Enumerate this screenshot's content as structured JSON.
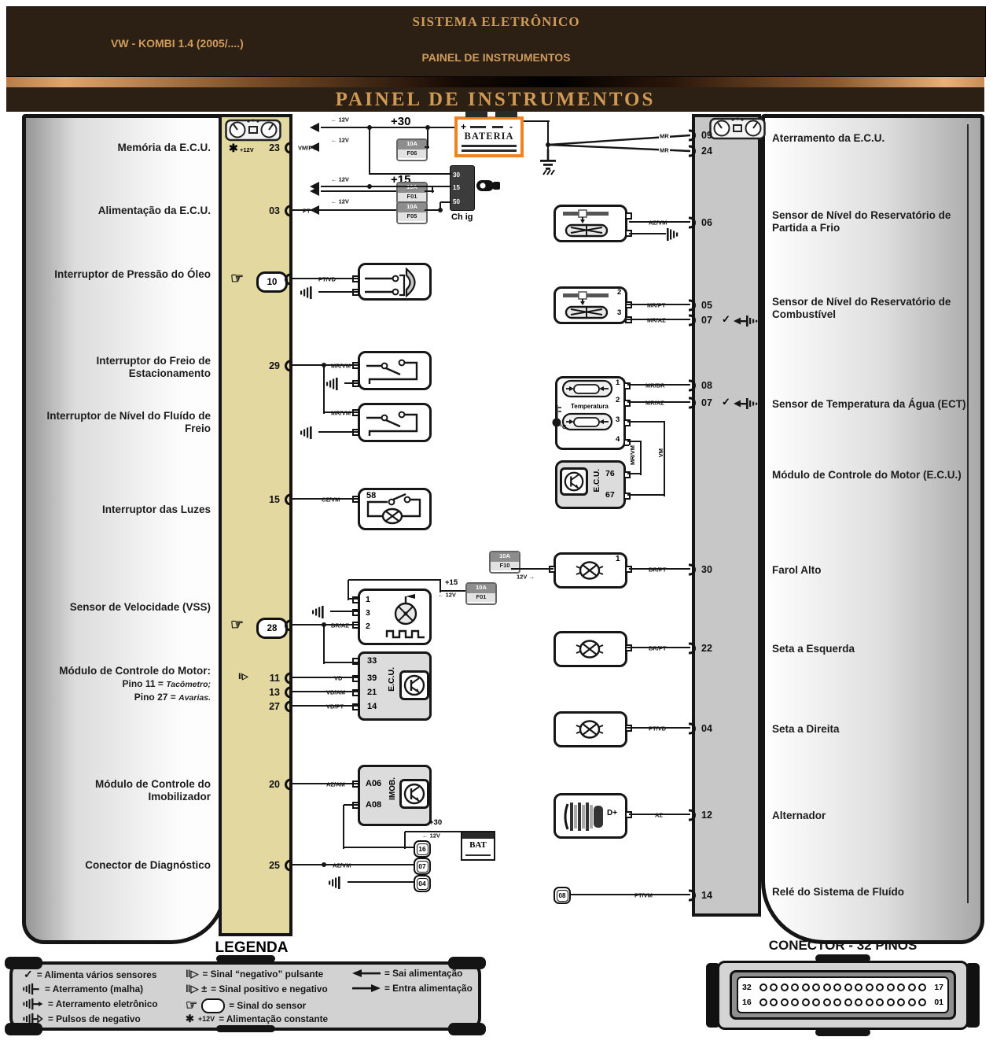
{
  "header": {
    "system_title": "SISTEMA ELETRÔNICO",
    "vehicle": "VW - KOMBI 1.4 (2005/....)",
    "subsystem": "PAINEL DE INSTRUMENTOS",
    "page_title": "PAINEL DE INSTRUMENTOS"
  },
  "symbols": {
    "star": "✱",
    "star_label": "+12V",
    "hand": "☞",
    "check": "✓",
    "pulse": "‖▷",
    "pulse_pm": "‖▷ ±",
    "plus30": "+30",
    "plus15": "+15",
    "v12_out": "← 12V",
    "v12_in": "12V →"
  },
  "battery": {
    "label": "BATERIA",
    "plus": "+",
    "minus": "-"
  },
  "bat_small": "BAT",
  "ignition": {
    "terminals": [
      "30",
      "15",
      "50"
    ],
    "label": "Ch ig"
  },
  "fuses": {
    "f06": {
      "amp": "10A",
      "id": "F06"
    },
    "f01": {
      "amp": "10A",
      "id": "F01"
    },
    "f05": {
      "amp": "10A",
      "id": "F05"
    },
    "f01b": {
      "amp": "10A",
      "id": "F01"
    },
    "f10": {
      "amp": "10A",
      "id": "F10"
    }
  },
  "left_labels": [
    "Memória da E.C.U.",
    "Alimentação da E.C.U.",
    "Interruptor de Pressão do Óleo",
    "Interruptor do Freio de Estacionamento",
    "Interruptor de Nível do Fluído de Freio",
    "Interruptor das Luzes",
    "Sensor de Velocidade (VSS)",
    {
      "line1": "Módulo de Controle do Motor:",
      "line2a": "Pino 11 = ",
      "line2b": "Tacômetro;",
      "line3a": "Pino 27 = ",
      "line3b": "Avarias."
    },
    "Módulo de Controle do Imobilizador",
    "Conector de Diagnóstico"
  ],
  "left_pins": [
    {
      "num": "23",
      "wire": "VM/PT"
    },
    {
      "num": "03",
      "wire": "PT"
    },
    {
      "num": "10",
      "wire": "PT/VD"
    },
    {
      "num": "29",
      "wire": "MR/VM"
    },
    {
      "num": "15",
      "wire": "CZ/VM"
    },
    {
      "num": "28",
      "wire": "BR/AZ"
    },
    {
      "num": "11",
      "wire": "VD"
    },
    {
      "num": "13",
      "wire": "VD/AM"
    },
    {
      "num": "27",
      "wire": "VD/PT"
    },
    {
      "num": "20",
      "wire": "AZ/AM"
    },
    {
      "num": "25",
      "wire": "AZ/VM"
    }
  ],
  "mid": {
    "light_pin": "58",
    "vss_pins": [
      "1",
      "3",
      "2"
    ],
    "ecu": {
      "label": "E.C.U.",
      "pins": [
        "33",
        "39",
        "21",
        "14"
      ]
    },
    "imob": {
      "label": "IMOB.",
      "pins": [
        "A06",
        "A08"
      ]
    },
    "diag_pins": [
      "16",
      "07",
      "04"
    ],
    "branch_wire": "MR/VM"
  },
  "right_mid": {
    "fuel_pins": [
      "2",
      "3"
    ],
    "temp": {
      "label": "Temperatura",
      "unit": "°C",
      "pins": [
        "1",
        "2",
        "3",
        "4"
      ],
      "wire_mrvm": "MR/VM",
      "wire_v": "VM"
    },
    "ecu2": {
      "label": "E.C.U.",
      "pins": [
        "76",
        "67"
      ]
    },
    "farol_pin": "1",
    "alt_terminal": "D+",
    "relay": "08"
  },
  "right_pins": [
    {
      "num": "09",
      "wire": "MR"
    },
    {
      "num": "24",
      "wire": "MR"
    },
    {
      "num": "06",
      "wire": "AZ/VM"
    },
    {
      "num": "05",
      "wire": "MR/PT"
    },
    {
      "num": "07",
      "wire": "MR/AZ"
    },
    {
      "num": "08",
      "wire": "MR/BR"
    },
    {
      "num": "07",
      "wire": "MR/AZ"
    },
    {
      "num": "30",
      "wire": "BR/PT"
    },
    {
      "num": "22",
      "wire": "BR/PT"
    },
    {
      "num": "04",
      "wire": "PT/VD"
    },
    {
      "num": "12",
      "wire": "AZ"
    },
    {
      "num": "14",
      "wire": "PT/VM"
    }
  ],
  "right_labels": [
    "Aterramento da E.C.U.",
    "Sensor de Nível do Reservatório de Partida a Frio",
    "Sensor de Nível do Reservatório de Combustível",
    "Sensor de Temperatura da Água (ECT)",
    "Módulo de Controle do Motor (E.C.U.)",
    "Farol Alto",
    "Seta a Esquerda",
    "Seta a Direita",
    "Alternador",
    "Relé do Sistema de Fluído"
  ],
  "legend": {
    "title": "LEGENDA",
    "col1": [
      {
        "text": "= Alimenta vários sensores"
      },
      {
        "text": "= Aterramento (malha)"
      },
      {
        "text": "= Aterramento eletrônico"
      },
      {
        "text": "= Pulsos de negativo"
      }
    ],
    "col2": [
      {
        "text": "= Sinal “negativo” pulsante"
      },
      {
        "text": "= Sinal positivo e negativo"
      },
      {
        "text": "= Sinal do sensor"
      },
      {
        "text": "= Alimentação constante"
      }
    ],
    "col3": [
      {
        "text": "= Sai alimentação"
      },
      {
        "text": "= Entra alimentação"
      }
    ]
  },
  "connector": {
    "title": "CONECTOR - 32 PINOS",
    "row1_left": "32",
    "row1_right": "17",
    "row2_left": "16",
    "row2_right": "01",
    "pins_per_row": 16
  }
}
